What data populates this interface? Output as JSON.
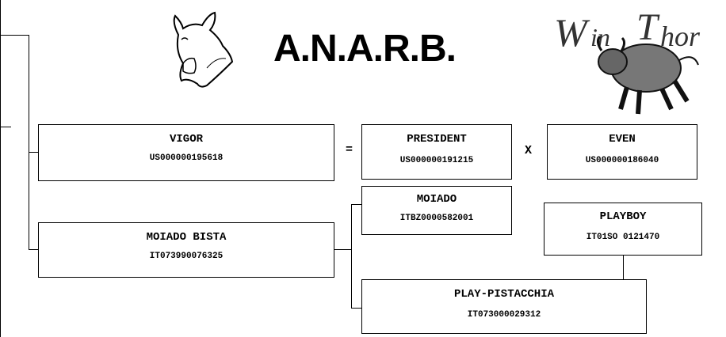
{
  "header": {
    "title": "A.N.A.R.B.",
    "left_logo": "cow-head-logo",
    "right_logo": "winthor-bull-logo",
    "right_logo_text": "WinThor"
  },
  "animal": {
    "name": "VIGOR",
    "code": "US000000195618"
  },
  "sire": {
    "name": "PRESIDENT",
    "code": "US000000191215"
  },
  "sire_mate": {
    "name": "EVEN",
    "code": "US000000186040"
  },
  "dam": {
    "name": "MOIADO BISTA",
    "code": "IT073990076325"
  },
  "dam_sire": {
    "name": "MOIADO",
    "code": "ITBZ0000582001"
  },
  "dam_dam_sire": {
    "name": "PLAYBOY",
    "code": "IT01SO 0121470"
  },
  "dam_dam": {
    "name": "PLAY-PISTACCHIA",
    "code": "IT073000029312"
  },
  "symbols": {
    "equals": "=",
    "cross": "X"
  }
}
